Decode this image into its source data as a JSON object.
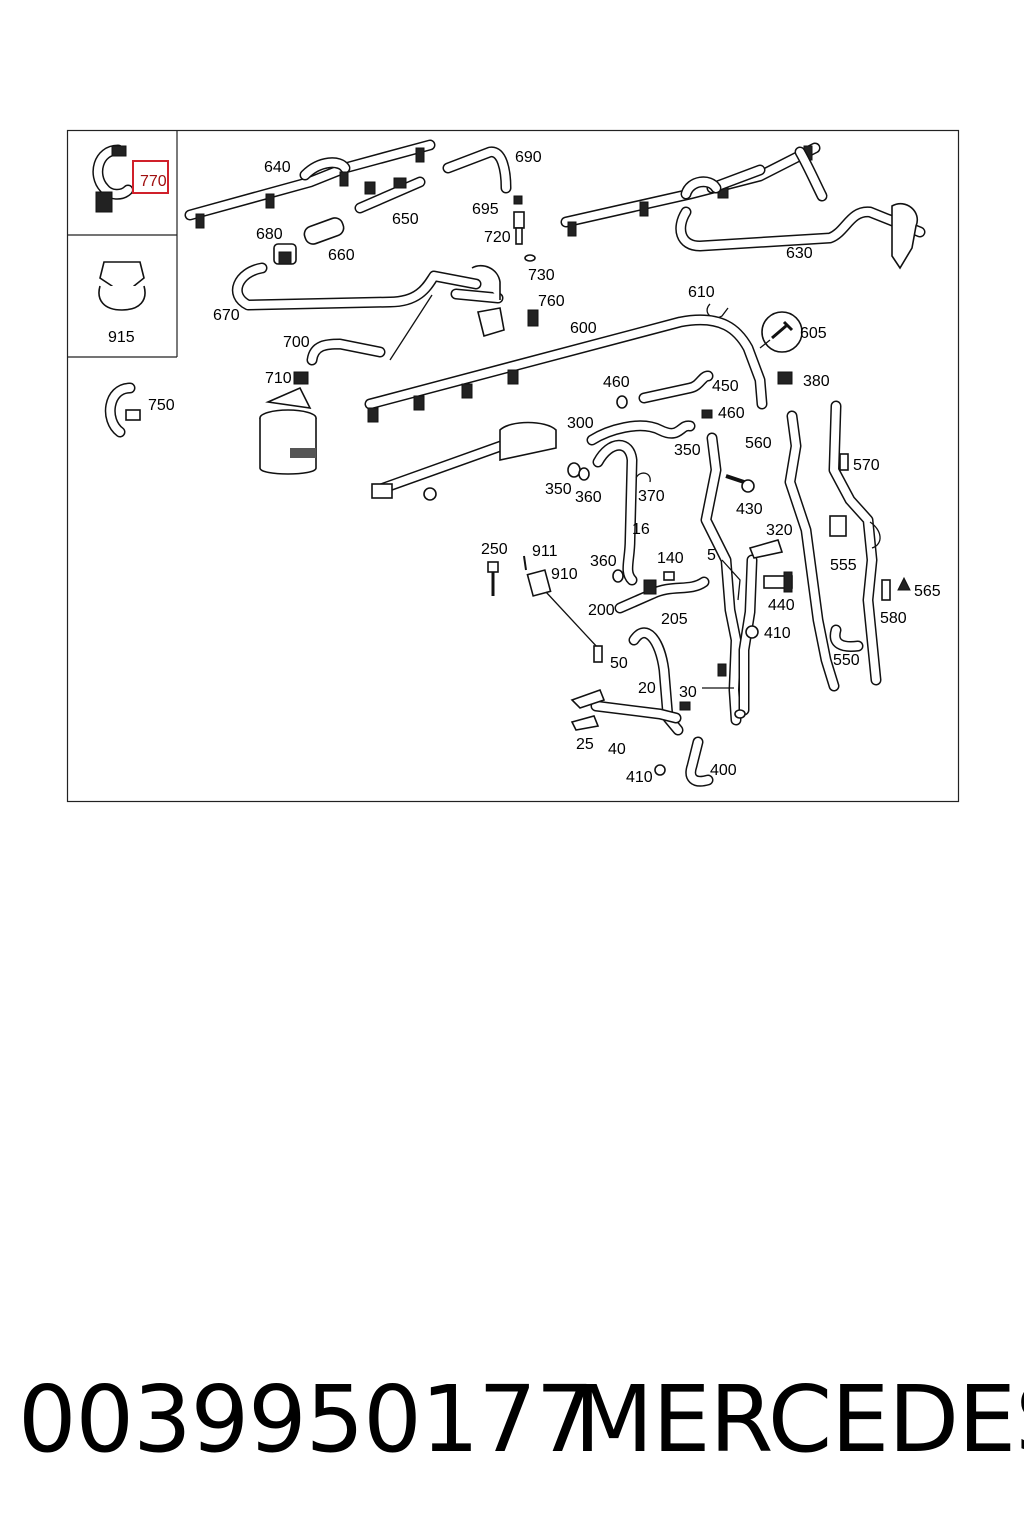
{
  "diagram": {
    "highlight_color": "#d0202a",
    "inset_labels": {
      "clip_770": "770",
      "clip_915": "915"
    },
    "labels": {
      "l640": "640",
      "l690": "690",
      "l695": "695",
      "l650": "650",
      "l720": "720",
      "l680": "680",
      "l660": "660",
      "l730": "730",
      "l670": "670",
      "l760": "760",
      "l630": "630",
      "l610": "610",
      "l600": "600",
      "l605": "605",
      "l700": "700",
      "l710": "710",
      "l750": "750",
      "l460a": "460",
      "l450": "450",
      "l380": "380",
      "l460b": "460",
      "l300": "300",
      "l350a": "350",
      "l560": "560",
      "l570": "570",
      "l350b": "350",
      "l360a": "360",
      "l370": "370",
      "l430": "430",
      "l16": "16",
      "l320": "320",
      "l250": "250",
      "l911": "911",
      "l910": "910",
      "l360b": "360",
      "l140": "140",
      "l5": "5",
      "l555": "555",
      "l565": "565",
      "l440": "440",
      "l200": "200",
      "l205": "205",
      "l580": "580",
      "l410a": "410",
      "l50": "50",
      "l550": "550",
      "l20": "20",
      "l30": "30",
      "l25": "25",
      "l40": "40",
      "l410b": "410",
      "l400": "400"
    }
  },
  "footer": {
    "part_number": "0039950177",
    "brand": "MERCEDES"
  }
}
